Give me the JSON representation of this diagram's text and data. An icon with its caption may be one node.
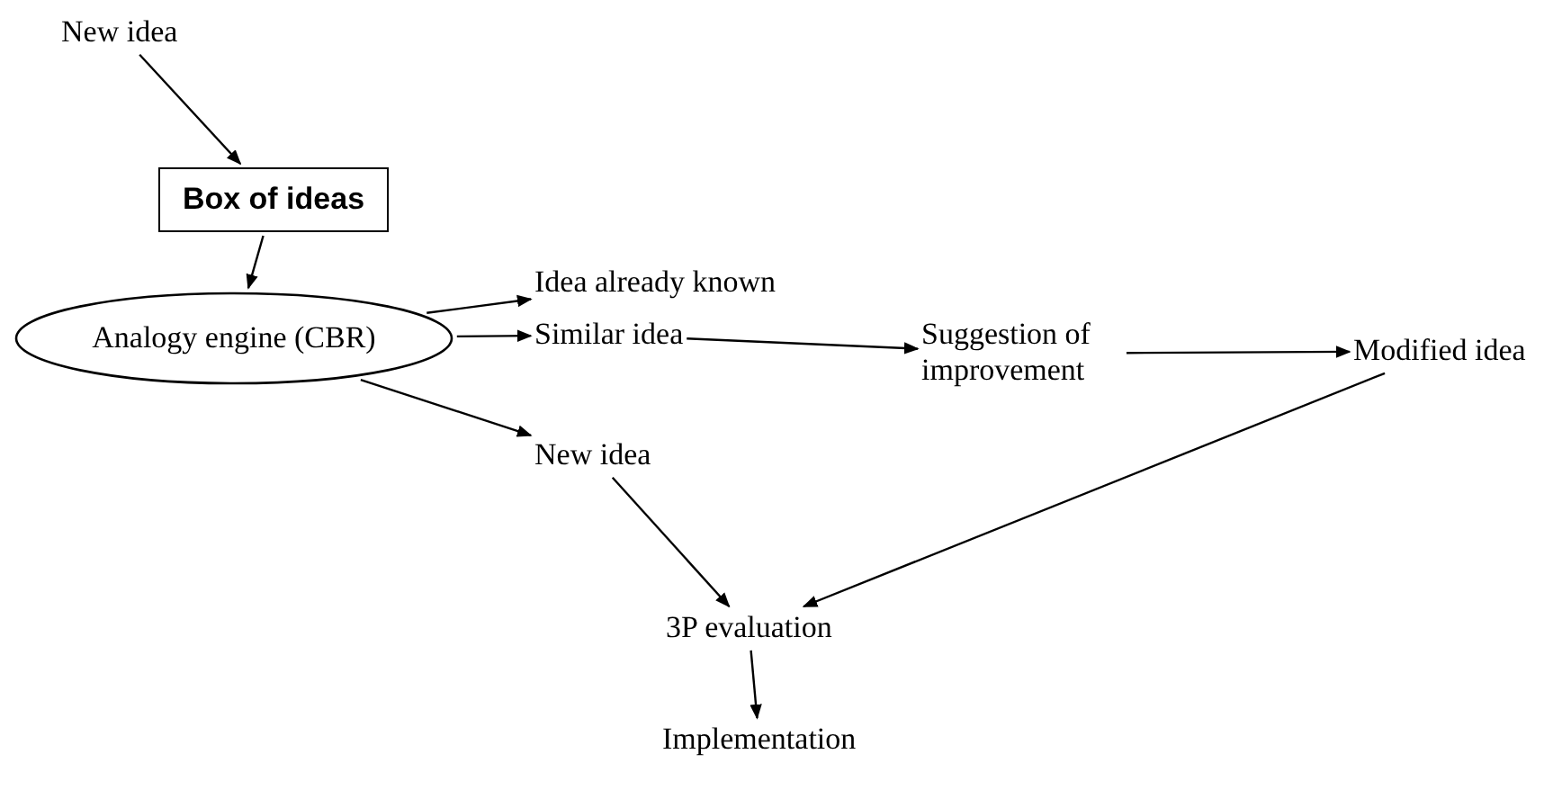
{
  "diagram": {
    "nodes": [
      {
        "text": [
          "New idea"
        ]
      },
      {
        "text": [
          "Box of ideas"
        ]
      },
      {
        "text": [
          "Analogy engine (CBR)"
        ]
      },
      {
        "text": [
          "Idea already known"
        ]
      },
      {
        "text": [
          "Similar idea"
        ]
      },
      {
        "text": [
          "Suggestion of improvement"
        ]
      },
      {
        "text": [
          "Modified idea"
        ]
      },
      {
        "text": [
          "New idea"
        ]
      },
      {
        "text": [
          "3P evaluation"
        ]
      },
      {
        "text": [
          "Implementation"
        ]
      }
    ],
    "edges": [
      {
        "from": 0,
        "to": 1,
        "arrow": "to"
      },
      {
        "from": 1,
        "to": 2,
        "arrow": "to"
      },
      {
        "from": 2,
        "to": 3,
        "arrow": "to"
      },
      {
        "from": 2,
        "to": 4,
        "arrow": "to"
      },
      {
        "from": 2,
        "to": 7,
        "arrow": "to"
      },
      {
        "from": 4,
        "to": 5,
        "arrow": "to"
      },
      {
        "from": 5,
        "to": 6,
        "arrow": "to"
      },
      {
        "from": 7,
        "to": 8,
        "arrow": "to"
      },
      {
        "from": 6,
        "to": 8,
        "arrow": "to"
      },
      {
        "from": 8,
        "to": 9,
        "arrow": "to"
      }
    ]
  }
}
